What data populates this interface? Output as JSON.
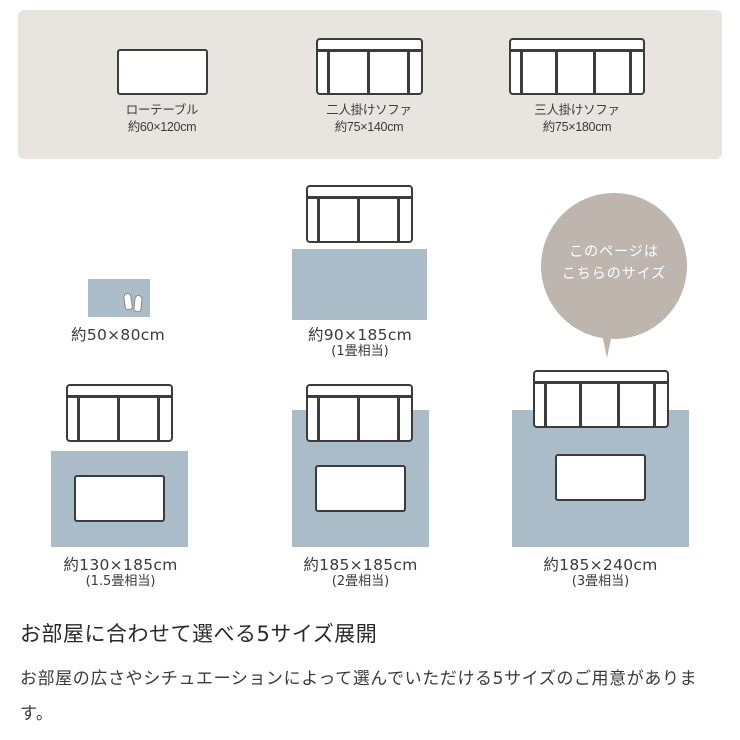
{
  "legend": {
    "items": [
      {
        "name": "ローテーブル",
        "size": "約60×120cm",
        "icon": "low-table-icon"
      },
      {
        "name": "二人掛けソファ",
        "size": "約75×140cm",
        "icon": "two-seat-sofa-icon"
      },
      {
        "name": "三人掛けソファ",
        "size": "約75×180cm",
        "icon": "three-seat-sofa-icon"
      }
    ]
  },
  "sizes": [
    {
      "size": "約50×80cm",
      "tatami": ""
    },
    {
      "size": "約90×185cm",
      "tatami": "(1畳相当)"
    },
    {
      "size": "約130×185cm",
      "tatami": "(1.5畳相当)"
    },
    {
      "size": "約185×185cm",
      "tatami": "(2畳相当)"
    },
    {
      "size": "約185×240cm",
      "tatami": "(3畳相当)"
    }
  ],
  "bubble": {
    "line1": "このページは",
    "line2": "こちらのサイズ"
  },
  "colors": {
    "rug": "#a9bcc8",
    "panel": "#e8e4e0",
    "bubble": "#bdb5ae",
    "outline": "#3c3c3c"
  },
  "heading": "お部屋に合わせて選べる5サイズ展開",
  "description": "お部屋の広さやシチュエーションによって選んでいただける5サイズのご用意があります。"
}
